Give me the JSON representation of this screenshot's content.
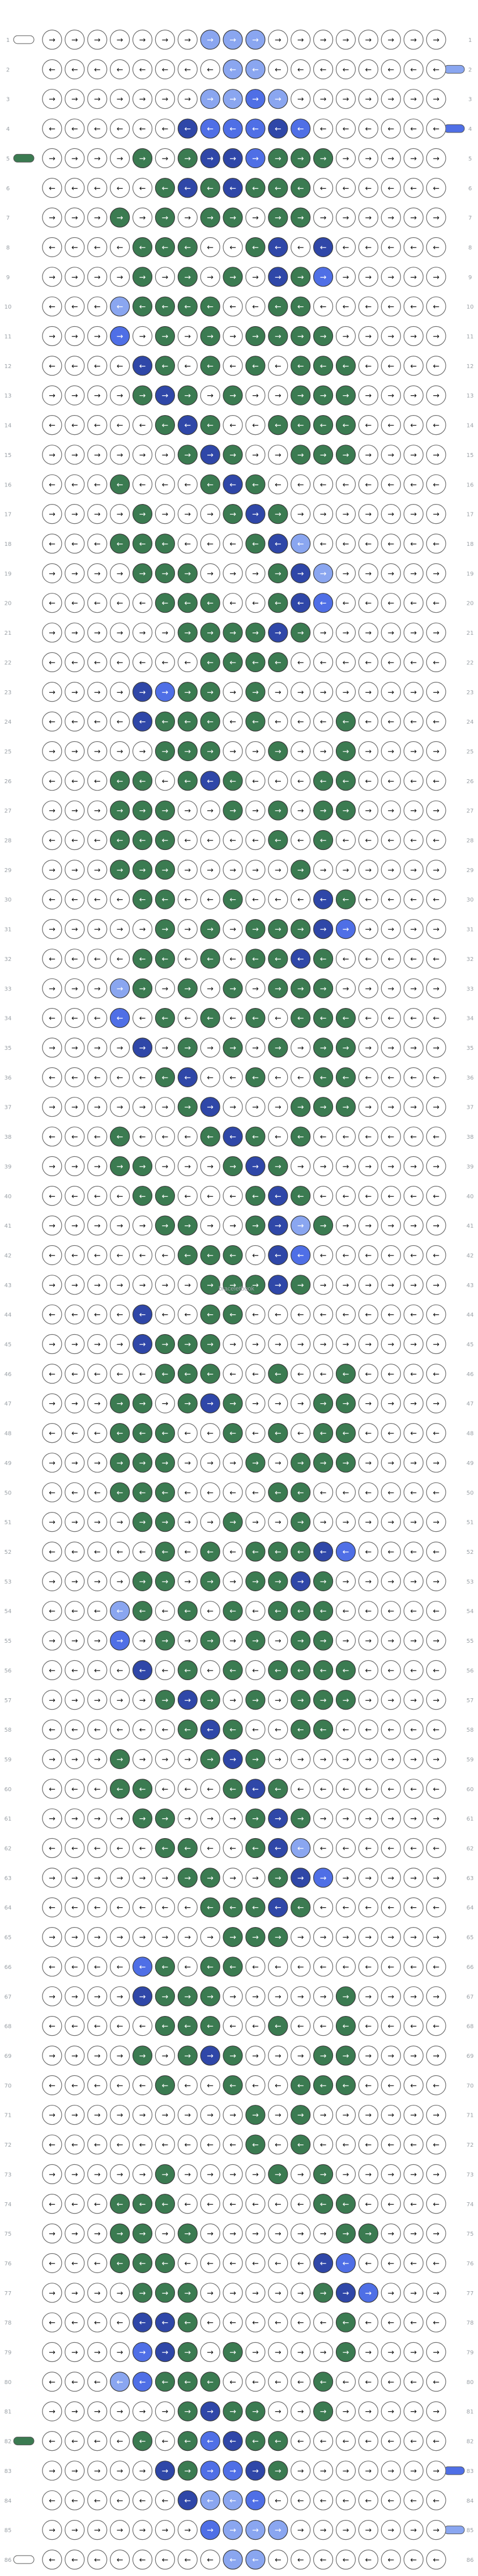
{
  "app": {
    "watermark": "braceletbook"
  },
  "pattern": {
    "colors": {
      "A": "#ffffff",
      "B": "#8aa6f0",
      "C": "#4f6fe6",
      "D": "#3b7b51",
      "E": "#2f47a8"
    },
    "icons": {
      "forward": "arrow-right-icon",
      "backward": "arrow-left-icon"
    },
    "rows": [
      {
        "label": "1",
        "knots": "AAAAAAABBBAAAAAAAA",
        "dirs": "RRRRRRRRRRRRRRRRRR"
      },
      {
        "label": "2",
        "knots": "AAAAAAAABBAAAAAAAA",
        "dirs": "LLLLLLLLLLLLLLLLLL"
      },
      {
        "label": "3",
        "knots": "AAAAAAABBCBAAAAAAA",
        "dirs": "RRRRRRRRRRRRRRRRRR"
      },
      {
        "label": "4",
        "knots": "AAAAAAECCCECAAAAAA",
        "dirs": "LLLLLLLLLLLLLLLLLL"
      },
      {
        "label": "5",
        "knots": "AAAADADEECDDDAAAAA",
        "dirs": "RRRRRRRRRRRRRRRRRR"
      },
      {
        "label": "6",
        "knots": "AAAAADEDEDDDAAAAAA",
        "dirs": "LLLLLLLLLLLLLLLLLL"
      },
      {
        "label": "7",
        "knots": "AAADADADDADDAAAAAA",
        "dirs": "RRRRRRRRRRRRRRRRRR"
      },
      {
        "label": "8",
        "knots": "AAAADDDAADEAEAAAAA",
        "dirs": "LLLLLLLLLLLLLLLLLL"
      },
      {
        "label": "9",
        "knots": "AAAADADADAEDCAAAAA",
        "dirs": "RRRRRRRRRRRRRRRRRR"
      },
      {
        "label": "10",
        "knots": "AAABDDDDAADDAAAAAA",
        "dirs": "LLLLLLLLLLLLLLLLLL"
      },
      {
        "label": "11",
        "knots": "AAACADADADDDDAAAAA",
        "dirs": "RRRRRRRRRRRRRRRRRR"
      },
      {
        "label": "12",
        "knots": "AAAAEDADADADDDAAAA",
        "dirs": "LLLLLLLLLLLLLLLLLL"
      },
      {
        "label": "13",
        "knots": "AAAADEDADAADDDAAAA",
        "dirs": "RRRRRRRRRRRRRRRRRR"
      },
      {
        "label": "14",
        "knots": "AAAAADEDAADDDDAAAA",
        "dirs": "LLLLLLLLLLLLLLLLLL"
      },
      {
        "label": "15",
        "knots": "AAAAAADEDAADDDAAAA",
        "dirs": "RRRRRRRRRRRRRRRRRR"
      },
      {
        "label": "16",
        "knots": "AAADAAADEDAAAAAAAA",
        "dirs": "LLLLLLLLLLLLLLLLLL"
      },
      {
        "label": "17",
        "knots": "AAAADAAADEDAAAAAAA",
        "dirs": "RRRRRRRRRRRRRRRRRR"
      },
      {
        "label": "18",
        "knots": "AAADDDAAADEBAAAAAA",
        "dirs": "LLLLLLLLLLLLLLLLLL"
      },
      {
        "label": "19",
        "knots": "AAAADDDAAADEBAAAAA",
        "dirs": "RRRRRRRRRRRRRRRRRR"
      },
      {
        "label": "20",
        "knots": "AAAAADDDAADECAAAAA",
        "dirs": "LLLLLLLLLLLLLLLLLL"
      },
      {
        "label": "21",
        "knots": "AAAAAADDDDEDAAAAAA",
        "dirs": "RRRRRRRRRRRRRRRRRR"
      },
      {
        "label": "22",
        "knots": "AAAAAAADDDDAAAAAAA",
        "dirs": "LLLLLLLLLLLLLLLLLL"
      },
      {
        "label": "23",
        "knots": "AAAAECDDADAAAAAAAA",
        "dirs": "RRRRRRRRRRRRRRRRRR"
      },
      {
        "label": "24",
        "knots": "AAAAEDDDADAAADAAAA",
        "dirs": "LLLLLLLLLLLLLLLLLL"
      },
      {
        "label": "25",
        "knots": "AAAAADDDAADAADAAAA",
        "dirs": "RRRRRRRRRRRRRRRRRR"
      },
      {
        "label": "26",
        "knots": "AAADDADEDAAADDAAAA",
        "dirs": "LLLLLLLLLLLLLLLLLL"
      },
      {
        "label": "27",
        "knots": "AAADDDAADADADDAAAA",
        "dirs": "RRRRRRRRRRRRRRRRRR"
      },
      {
        "label": "28",
        "knots": "AAADDDAAAADADAAAAA",
        "dirs": "LLLLLLLLLLLLLLLLLL"
      },
      {
        "label": "29",
        "knots": "AAADDDAAAAADAAAAAA",
        "dirs": "RRRRRRRRRRRRRRRRRR"
      },
      {
        "label": "30",
        "knots": "AAAADDAADAAAEDAAAA",
        "dirs": "LLLLLLLLLLLLLLLLLL"
      },
      {
        "label": "31",
        "knots": "AAAAADADADDDECAAAA",
        "dirs": "RRRRRRRRRRRRRRRRRR"
      },
      {
        "label": "32",
        "knots": "AAAADDADADDEDAAAAA",
        "dirs": "LLLLLLLLLLLLLLLLLL"
      },
      {
        "label": "33",
        "knots": "AAABDADADADDDAAAAA",
        "dirs": "RRRRRRRRRRRRRRRRRR"
      },
      {
        "label": "34",
        "knots": "AAACADADADADDDAAAA",
        "dirs": "LLLLLLLLLLLLLLLLLL"
      },
      {
        "label": "35",
        "knots": "AAAAEADADADADDAAAA",
        "dirs": "RRRRRRRRRRRRRRRRRR"
      },
      {
        "label": "36",
        "knots": "AAAAADEAADAADDAAAA",
        "dirs": "LLLLLLLLLLLLLLLLLL"
      },
      {
        "label": "37",
        "knots": "AAAAAADEAAADDDAAAA",
        "dirs": "RRRRRRRRRRRRRRRRRR"
      },
      {
        "label": "38",
        "knots": "AAADAAADEDADAAAAAA",
        "dirs": "LLLLLLLLLLLLLLLLLL"
      },
      {
        "label": "39",
        "knots": "AAADDAAADEDAAAAAAA",
        "dirs": "RRRRRRRRRRRRRRRRRR"
      },
      {
        "label": "40",
        "knots": "AAAADDAAADEDAAAAAA",
        "dirs": "LLLLLLLLLLLLLLLLLL"
      },
      {
        "label": "41",
        "knots": "AAAAADDAADEBDAAAAA",
        "dirs": "RRRRRRRRRRRRRRRRRR"
      },
      {
        "label": "42",
        "knots": "AAAAAADDDAECAAAAAA",
        "dirs": "LLLLLLLLLLLLLLLLLL"
      },
      {
        "label": "43",
        "knots": "AAAAAAADDDEDAAAAAA",
        "dirs": "RRRRRRRRRRRRRRRRRR"
      },
      {
        "label": "44",
        "knots": "AAAAEAADDAAAAAAAAA",
        "dirs": "LLLLLLLLLLLLLLLLLL"
      },
      {
        "label": "45",
        "knots": "AAAAEDDDAAAAAAAAAA",
        "dirs": "RRRRRRRRRRRRRRRRRR"
      },
      {
        "label": "46",
        "knots": "AAAAADDDAADAADAAAA",
        "dirs": "LLLLLLLLLLLLLLLLLL"
      },
      {
        "label": "47",
        "knots": "AAADDADEDAAADDAAAA",
        "dirs": "RRRRRRRRRRRRRRRRRR"
      },
      {
        "label": "48",
        "knots": "AAADDDAADADADDAAAA",
        "dirs": "LLLLLLLLLLLLLLLLLL"
      },
      {
        "label": "49",
        "knots": "AAADDDAAADADDDAAAA",
        "dirs": "RRRRRRRRRRRRRRRRRR"
      },
      {
        "label": "50",
        "knots": "AAADDDAAAADDAAAAAA",
        "dirs": "LLLLLLLLLLLLLLLLLL"
      },
      {
        "label": "51",
        "knots": "AAAADDAADAADAAAAAA",
        "dirs": "RRRRRRRRRRRRRRRRRR"
      },
      {
        "label": "52",
        "knots": "AAAAADADADDDECAAAA",
        "dirs": "LLLLLLLLLLLLLLLLLL"
      },
      {
        "label": "53",
        "knots": "AAAADDADADDEDAAAAA",
        "dirs": "RRRRRRRRRRRRRRRRRR"
      },
      {
        "label": "54",
        "knots": "AAABDADADADDDAAAAA",
        "dirs": "LLLLLLLLLLLLLLLLLL"
      },
      {
        "label": "55",
        "knots": "AAACADADADADDAAAAA",
        "dirs": "RRRRRRRRRRRRRRRRRR"
      },
      {
        "label": "56",
        "knots": "AAAAEADADADDDDAAAA",
        "dirs": "LLLLLLLLLLLLLLLLLL"
      },
      {
        "label": "57",
        "knots": "AAAAADEDADADDDAAAA",
        "dirs": "RRRRRRRRRRRRRRRRRR"
      },
      {
        "label": "58",
        "knots": "AAAAAADEDAADDAAAAA",
        "dirs": "LLLLLLLLLLLLLLLLLL"
      },
      {
        "label": "59",
        "knots": "AAADAAADEDAAAAAAAA",
        "dirs": "RRRRRRRRRRRRRRRRRR"
      },
      {
        "label": "60",
        "knots": "AAADDAAADEDAAAAAAA",
        "dirs": "LLLLLLLLLLLLLLLLLL"
      },
      {
        "label": "61",
        "knots": "AAAADDAAADEDAAAAAA",
        "dirs": "RRRRRRRRRRRRRRRRRR"
      },
      {
        "label": "62",
        "knots": "AAAAADDAADEBAAAAAA",
        "dirs": "LLLLLLLLLLLLLLLLLL"
      },
      {
        "label": "63",
        "knots": "AAAAAADDAADECAAAAA",
        "dirs": "RRRRRRRRRRRRRRRRRR"
      },
      {
        "label": "64",
        "knots": "AAAAAAADDDEDAAAAAA",
        "dirs": "LLLLLLLLLLLLLLLLLL"
      },
      {
        "label": "65",
        "knots": "AAAAAAAADDDAAAAAAA",
        "dirs": "RRRRRRRRRRRRRRRRRR"
      },
      {
        "label": "66",
        "knots": "AAAACDADDAAAAAAAAA",
        "dirs": "LLLLLLLLLLLLLLLLLL"
      },
      {
        "label": "67",
        "knots": "AAAAEDDDAAAAADAAAA",
        "dirs": "RRRRRRRRRRRRRRRRRR"
      },
      {
        "label": "68",
        "knots": "AAAAADDDAADAADAAAA",
        "dirs": "LLLLLLLLLLLLLLLLLL"
      },
      {
        "label": "69",
        "knots": "AAAADADEDAAADDAAAA",
        "dirs": "RRRRRRRRRRRRRRRRRR"
      },
      {
        "label": "70",
        "knots": "AAAAADAADAADDDAAAA",
        "dirs": "LLLLLLLLLLLLLLLLLL"
      },
      {
        "label": "71",
        "knots": "AAAAAAAAADADAAAAAA",
        "dirs": "RRRRRRRRRRRRRRRRRR"
      },
      {
        "label": "72",
        "knots": "AAAAAAAAADADAAAAAA",
        "dirs": "LLLLLLLLLLLLLLLLLL"
      },
      {
        "label": "73",
        "knots": "AAAAADAAAADADAAAAA",
        "dirs": "RRRRRRRRRRRRRRRRRR"
      },
      {
        "label": "74",
        "knots": "AAADDDAAAAAADDAAAA",
        "dirs": "LLLLLLLLLLLLLLLLLL"
      },
      {
        "label": "75",
        "knots": "AAADDADAAAAAADDAAA",
        "dirs": "RRRRRRRRRRRRRRRRRR"
      },
      {
        "label": "76",
        "knots": "AAADDDAAAAAAECAAAA",
        "dirs": "LLLLLLLLLLLLLLLLLL"
      },
      {
        "label": "77",
        "knots": "AAAADDDAAAAADECAAA",
        "dirs": "RRRRRRRRRRRRRRRRRR"
      },
      {
        "label": "78",
        "knots": "AAAAEEDAAAAAADAAAA",
        "dirs": "LLLLLLLLLLLLLLLLLL"
      },
      {
        "label": "79",
        "knots": "AAAACEDADAAAADAAAA",
        "dirs": "RRRRRRRRRRRRRRRRRR"
      },
      {
        "label": "80",
        "knots": "AAABCDDDAAAADAAAAA",
        "dirs": "LLLLLLLLLLLLLLLLLL"
      },
      {
        "label": "81",
        "knots": "AAAAAADEDDAADAAAAA",
        "dirs": "RRRRRRRRRRRRRRRRRR"
      },
      {
        "label": "82",
        "knots": "AAAADADCEDDAAAAAAA",
        "dirs": "LLLLLLLLLLLLLLLLLL"
      },
      {
        "label": "83",
        "knots": "AAAAAEDCCEDAAAAAAA",
        "dirs": "RRRRRRRRRRRRRRRRRR"
      },
      {
        "label": "84",
        "knots": "AAAAAAEBBCAAAAAAAA",
        "dirs": "LLLLLLLLLLLLLLLLLL"
      },
      {
        "label": "85",
        "knots": "AAAAAAACBBBAAAAAAA",
        "dirs": "RRRRRRRRRRRRRRRRRR"
      },
      {
        "label": "86",
        "knots": "AAAAAAAABBAAAAAAAA",
        "dirs": "LLLLLLLLLLLLLLLLLL"
      }
    ],
    "left_strings": [
      {
        "label": "1",
        "color": "A"
      },
      {
        "label": "5",
        "color": "D"
      },
      {
        "label": "82",
        "color": "D"
      },
      {
        "label": "86",
        "color": "A"
      }
    ],
    "right_strings": [
      {
        "label": "2",
        "color": "B"
      },
      {
        "label": "4",
        "color": "C"
      },
      {
        "label": "83",
        "color": "C"
      },
      {
        "label": "85",
        "color": "B"
      }
    ]
  }
}
